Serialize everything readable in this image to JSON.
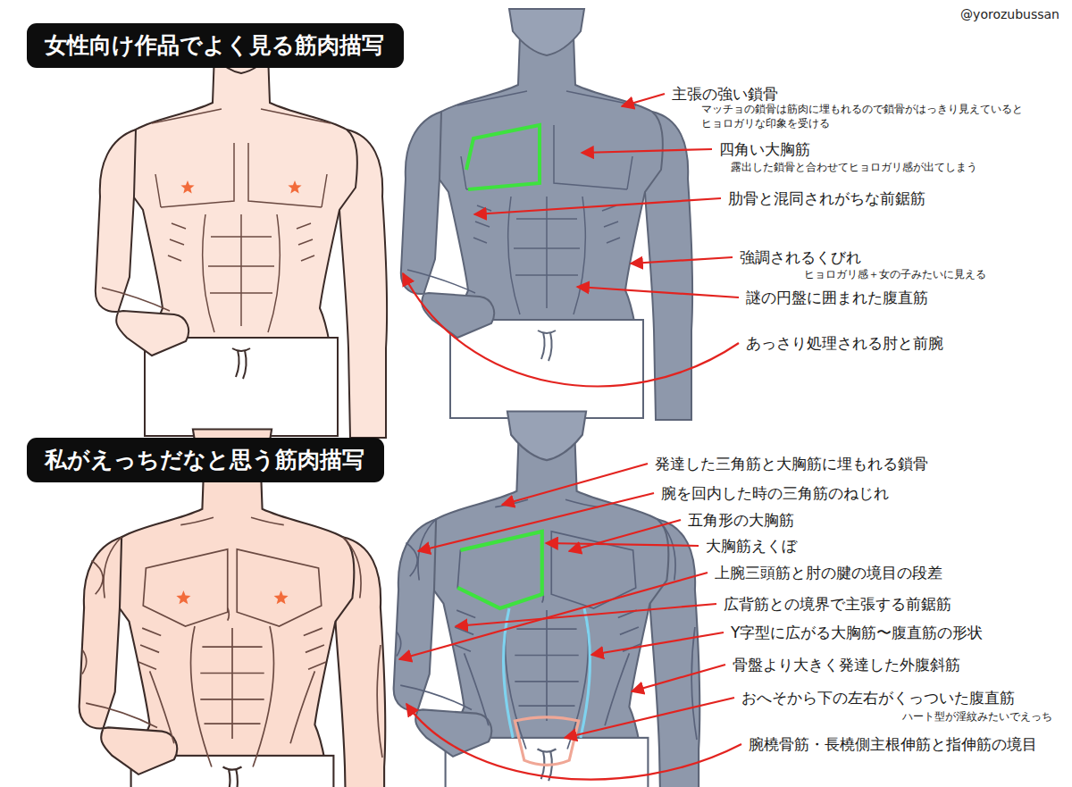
{
  "diagram": {
    "nodes": [
      {
        "text": [
          "女性向け作品でよく見る筋肉描写"
        ]
      },
      {
        "text": [
          "私がえっちだなと思う筋肉描写"
        ]
      }
    ],
    "labels": [
      "@yorozubussan",
      "主張の強い鎖骨",
      "マッチョの鎖骨は筋肉に埋もれるので鎖骨がはっきり見えていると ヒョロガリな印象を受ける",
      "四角い大胸筋",
      "露出した鎖骨と合わせてヒョロガリ感が出てしまう",
      "肋骨と混同されがちな前鋸筋",
      "強調されるくびれ",
      "ヒョロガリ感＋女の子みたいに見える",
      "謎の円盤に囲まれた腹直筋",
      "あっさり処理される肘と前腕",
      "発達した三角筋と大胸筋に埋もれる鎖骨",
      "腕を回内した時の三角筋のねじれ",
      "五角形の大胸筋",
      "大胸筋えくぼ",
      "上腕三頭筋と肘の腱の境目の段差",
      "広背筋との境界で主張する前鋸筋",
      "Y字型に広がる大胸筋〜腹直筋の形状",
      "骨盤より大きく発達した外腹斜筋",
      "おへそから下の左右がくっついた腹直筋",
      "ハート型が淫紋みたいでえっち",
      "腕橈骨筋・長橈側主根伸筋と指伸筋の境目"
    ]
  }
}
